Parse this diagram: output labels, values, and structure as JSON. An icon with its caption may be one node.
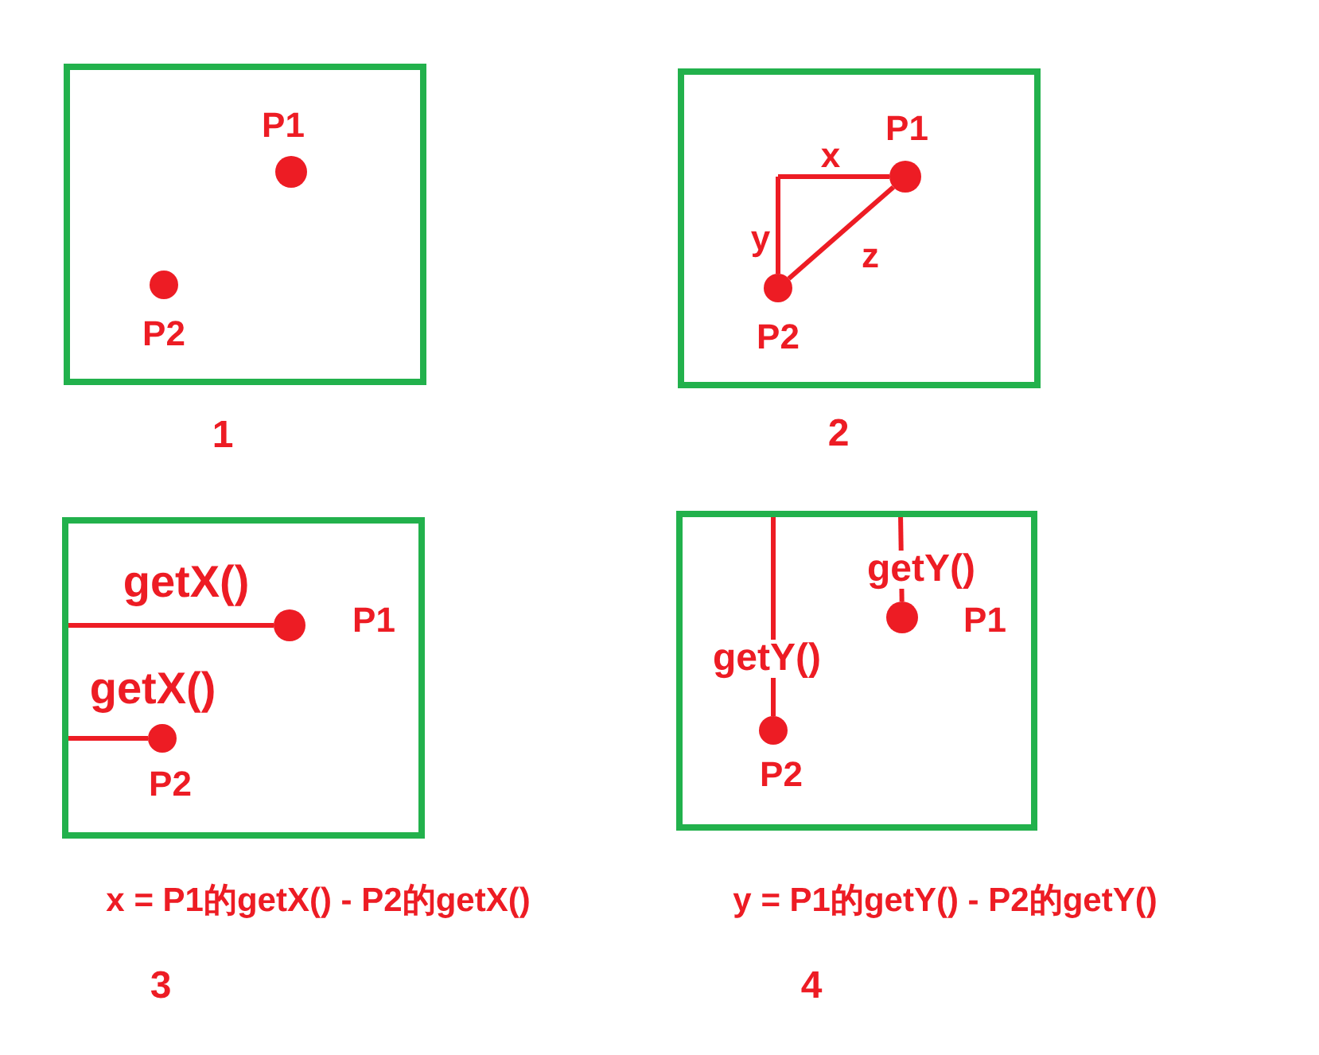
{
  "diagram": {
    "nodes": [
      {
        "text": [],
        "shape": "box",
        "beside": [
          "1"
        ]
      },
      {
        "text": [],
        "shape": "circle",
        "in": 0,
        "beside": [
          "P1"
        ]
      },
      {
        "text": [],
        "shape": "circle",
        "in": 0,
        "beside": [
          "P2"
        ]
      },
      {
        "text": [],
        "shape": "box",
        "beside": [
          "2"
        ]
      },
      {
        "text": [],
        "shape": "circle",
        "in": 3,
        "beside": [
          "P1"
        ]
      },
      {
        "text": [],
        "shape": "circle",
        "in": 3,
        "beside": [
          "P2"
        ]
      },
      {
        "text": [],
        "shape": "box",
        "beside": [
          "x = P1的getX() - P2的getX()",
          "3"
        ]
      },
      {
        "text": [],
        "shape": "circle",
        "in": 6,
        "beside": [
          "P1"
        ]
      },
      {
        "text": [],
        "shape": "circle",
        "in": 6,
        "beside": [
          "P2"
        ]
      },
      {
        "text": [],
        "shape": "box",
        "beside": [
          "y = P1的getY() - P2的getY()",
          "4"
        ]
      },
      {
        "text": [],
        "shape": "circle",
        "in": 9,
        "beside": [
          "P1"
        ]
      },
      {
        "text": [],
        "shape": "circle",
        "in": 9,
        "beside": [
          "P2"
        ]
      }
    ],
    "edges": [
      {
        "from": 5,
        "to": 4,
        "arrow": "none",
        "label": "z"
      },
      {
        "from": null,
        "to": 4,
        "arrow": "none",
        "label": "x"
      },
      {
        "from": null,
        "to": 5,
        "arrow": "none",
        "label": "y"
      },
      {
        "from": null,
        "to": 7,
        "arrow": "none",
        "label": "getX()"
      },
      {
        "from": null,
        "to": 8,
        "arrow": "none",
        "label": "getX()"
      },
      {
        "from": null,
        "to": 11,
        "arrow": "none",
        "label": "getY()"
      },
      {
        "from": null,
        "to": 10,
        "arrow": "none",
        "label": "getY()"
      }
    ]
  }
}
